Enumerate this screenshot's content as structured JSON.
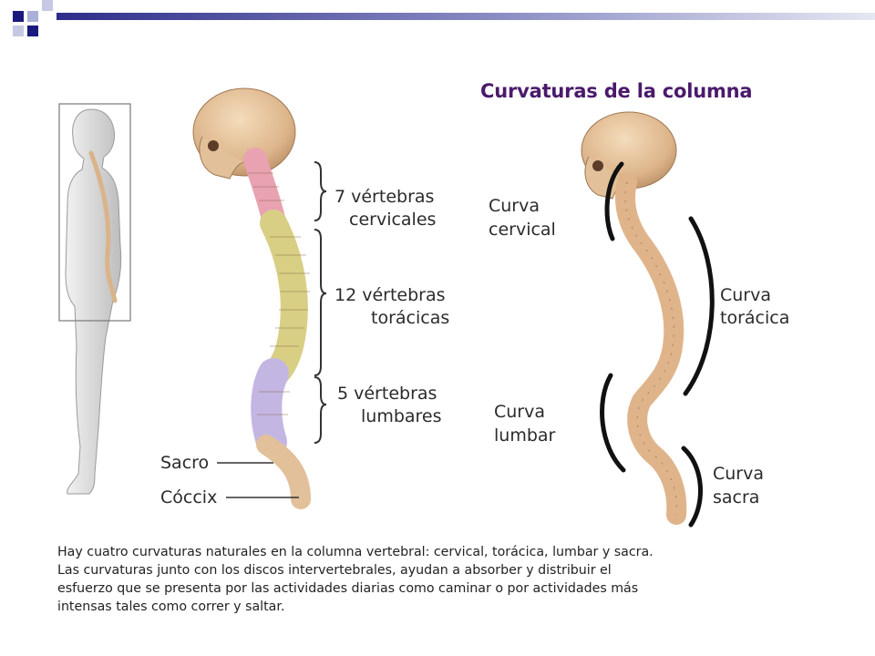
{
  "title": "Curvaturas de la columna",
  "vertebrae_labels": {
    "cervical_count": "7 vértebras",
    "cervical_name": "cervicales",
    "thoracic_count": "12 vértebras",
    "thoracic_name": "torácicas",
    "lumbar_count": "5 vértebras",
    "lumbar_name": "lumbares",
    "sacrum": "Sacro",
    "coccyx": "Cóccix"
  },
  "curve_labels": {
    "cervical_1": "Curva",
    "cervical_2": "cervical",
    "thoracic_1": "Curva",
    "thoracic_2": "torácica",
    "lumbar_1": "Curva",
    "lumbar_2": "lumbar",
    "sacral_1": "Curva",
    "sacral_2": "sacra"
  },
  "caption": {
    "line1": "Hay cuatro curvaturas naturales en la columna vertebral: cervical, torácica, lumbar y sacra.",
    "line2": "Las curvaturas junto con los discos intervertebrales, ayudan a absorber y distribuir el",
    "line3": "esfuerzo que se presenta por las actividades diarias como caminar o por actividades más",
    "line4": "intensas tales como correr y saltar."
  },
  "colors": {
    "bone": "#e8c7a0",
    "cervical_region": "#e8a2b2",
    "thoracic_region": "#d8cf84",
    "lumbar_region": "#c4b6e2",
    "title": "#4a1a6b",
    "header_bar": "#1a1a7e"
  }
}
